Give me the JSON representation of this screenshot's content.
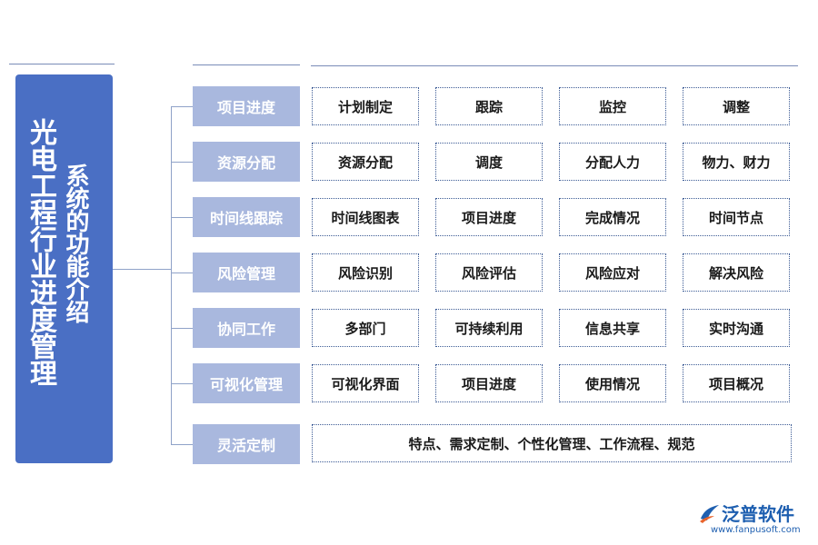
{
  "title": {
    "main": "光电工程行业进度管理",
    "sub": "系统的功能介绍"
  },
  "rows": [
    {
      "category": "项目进度",
      "items": [
        "计划制定",
        "跟踪",
        "监控",
        "调整"
      ]
    },
    {
      "category": "资源分配",
      "items": [
        "资源分配",
        "调度",
        "分配人力",
        "物力、财力"
      ]
    },
    {
      "category": "时间线跟踪",
      "items": [
        "时间线图表",
        "项目进度",
        "完成情况",
        "时间节点"
      ]
    },
    {
      "category": "风险管理",
      "items": [
        "风险识别",
        "风险评估",
        "风险应对",
        "解决风险"
      ]
    },
    {
      "category": "协同工作",
      "items": [
        "多部门",
        "可持续利用",
        "信息共享",
        "实时沟通"
      ]
    },
    {
      "category": "可视化管理",
      "items": [
        "可视化界面",
        "项目进度",
        "使用情况",
        "项目概况"
      ]
    },
    {
      "category": "灵活定制",
      "items": [
        "特点、需求定制、个性化管理、工作流程、规范"
      ]
    }
  ],
  "logo": {
    "name": "泛普软件",
    "url": "www.fanpusoft.com"
  },
  "colors": {
    "title_panel": "#4a6fc4",
    "category_box": "#a9b8de",
    "cell_border": "#3c5b95",
    "logo_text": "#1e5fb0",
    "logo_accent": "#e8632b"
  }
}
